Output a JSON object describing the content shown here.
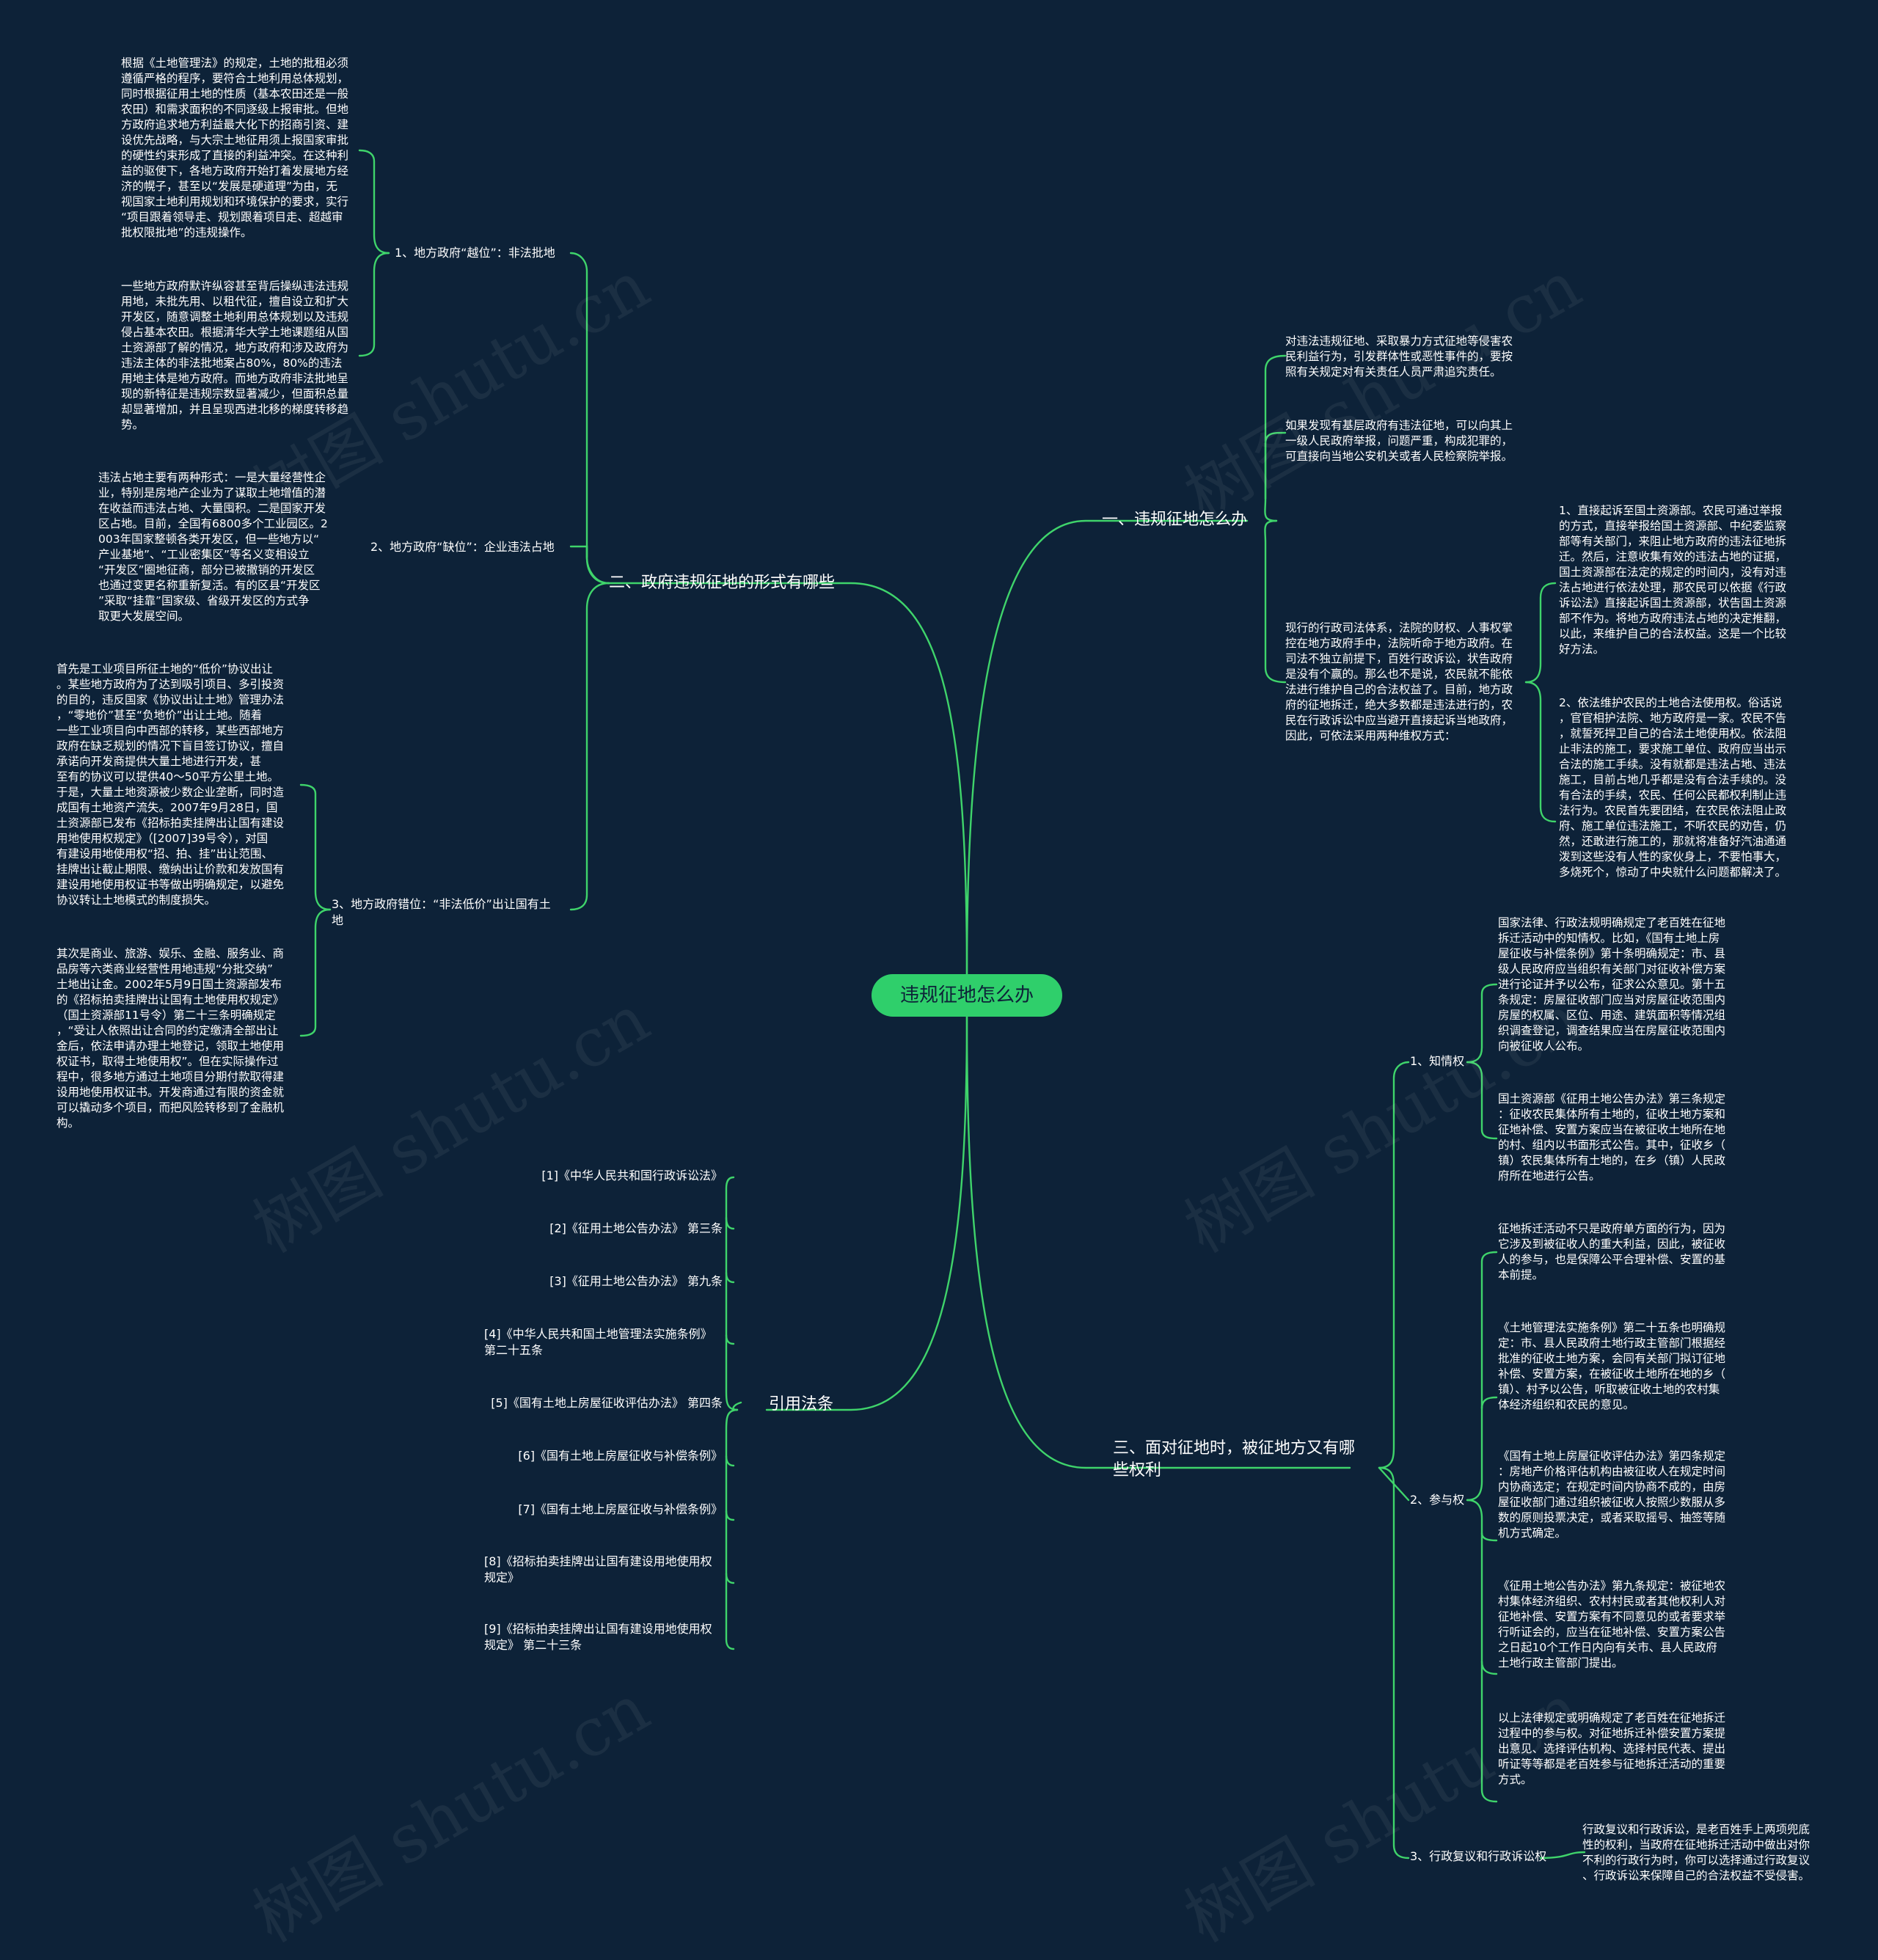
{
  "root": "违规征地怎么办",
  "watermark": "树图 shutu.cn",
  "colors": {
    "background": "#0d2238",
    "line": "#3fd46b",
    "root_fill": "#2fcf6b",
    "text": "#ffffff"
  },
  "b1": {
    "title": "一、违规征地怎么办",
    "t1": "对违法违规征地、采取暴力方式征地等侵害农\n民利益行为，引发群体性或恶性事件的，要按\n照有关规定对有关责任人员严肃追究责任。",
    "t2": "如果发现有基层政府有违法征地，可以向其上\n一级人民政府举报，问题严重，构成犯罪的，\n可直接向当地公安机关或者人民检察院举报。",
    "t3": "现行的行政司法体系，法院的财权、人事权掌\n控在地方政府手中，法院听命于地方政府。在\n司法不独立前提下，百姓行政诉讼，状告政府\n是没有个赢的。那么也不是说，农民就不能依\n法进行维护自己的合法权益了。目前，地方政\n府的征地拆迁，绝大多数都是违法进行的，农\n民在行政诉讼中应当避开直接起诉当地政府，\n因此，可依法采用两种维权方式：",
    "t3a": "1、直接起诉至国土资源部。农民可通过举报\n的方式，直接举报给国土资源部、中纪委监察\n部等有关部门，来阻止地方政府的违法征地拆\n迁。然后，注意收集有效的违法占地的证据，\n国土资源部在法定的规定的时间内，没有对违\n法占地进行依法处理，那农民可以依据《行政\n诉讼法》直接起诉国土资源部，状告国土资源\n部不作为。将地方政府违法占地的决定推翻，\n以此，来维护自己的合法权益。这是一个比较\n好方法。",
    "t3b": "2、依法维护农民的土地合法使用权。俗话说\n，官官相护法院、地方政府是一家。农民不告\n，就誓死捍卫自己的合法土地使用权。依法阻\n止非法的施工，要求施工单位、政府应当出示\n合法的施工手续。没有就都是违法占地、违法\n施工，目前占地几乎都是没有合法手续的。没\n有合法的手续，农民、任何公民都权利制止违\n法行为。农民首先要团结，在农民依法阻止政\n府、施工单位违法施工，不听农民的劝告，仍\n然，还敢进行施工的，那就将准备好汽油通通\n泼到这些没有人性的家伙身上，不要怕事大，\n多烧死个，惊动了中央就什么问题都解决了。"
  },
  "b2": {
    "title": "二、政府违规征地的形式有哪些",
    "s1": {
      "label": "1、地方政府“越位”：非法批地",
      "t1": "根据《土地管理法》的规定，土地的批租必须\n遵循严格的程序，要符合土地利用总体规划，\n同时根据征用土地的性质（基本农田还是一般\n农田）和需求面积的不同逐级上报审批。但地\n方政府追求地方利益最大化下的招商引资、建\n设优先战略，与大宗土地征用须上报国家审批\n的硬性约束形成了直接的利益冲突。在这种利\n益的驱使下，各地方政府开始打着发展地方经\n济的幌子，甚至以“发展是硬道理”为由，无\n视国家土地利用规划和环境保护的要求，实行\n“项目跟着领导走、规划跟着项目走、超越审\n批权限批地”的违规操作。",
      "t2": "一些地方政府默许纵容甚至背后操纵违法违规\n用地，未批先用、以租代征，擅自设立和扩大\n开发区，随意调整土地利用总体规划以及违规\n侵占基本农田。根据清华大学土地课题组从国\n土资源部了解的情况，地方政府和涉及政府为\n违法主体的非法批地案占80%，80%的违法\n用地主体是地方政府。而地方政府非法批地呈\n现的新特征是违规宗数显著减少，但面积总量\n却显著增加，并且呈现西进北移的梯度转移趋\n势。"
    },
    "s2": {
      "label": "2、地方政府“缺位”：企业违法占地",
      "t1": "违法占地主要有两种形式：一是大量经营性企\n业，特别是房地产企业为了谋取土地增值的潜\n在收益而违法占地、大量囤积。二是国家开发\n区占地。目前，全国有6800多个工业园区。2\n003年国家整顿各类开发区，但一些地方以“\n产业基地”、“工业密集区”等名义变相设立\n“开发区”圈地征商，部分已被撤销的开发区\n也通过变更名称重新复活。有的区县“开发区\n”采取“挂靠”国家级、省级开发区的方式争\n取更大发展空间。"
    },
    "s3": {
      "label": "3、地方政府错位：“非法低价”出让国有土\n地",
      "t1": "首先是工业项目所征土地的“低价”协议出让\n。某些地方政府为了达到吸引项目、多引投资\n的目的，违反国家《协议出让土地》管理办法\n，“零地价”甚至“负地价”出让土地。随着\n一些工业项目向中西部的转移，某些西部地方\n政府在缺乏规划的情况下盲目签订协议，擅自\n承诺向开发商提供大量土地进行开发，甚\n至有的协议可以提供40～50平方公里土地。\n于是，大量土地资源被少数企业垄断，同时造\n成国有土地资产流失。2007年9月28日，国\n土资源部已发布《招标拍卖挂牌出让国有建设\n用地使用权规定》（[2007]39号令），对国\n有建设用地使用权“招、拍、挂”出让范围、\n挂牌出让截止期限、缴纳出让价款和发放国有\n建设用地使用权证书等做出明确规定，以避免\n协议转让土地模式的制度损失。",
      "t2": "其次是商业、旅游、娱乐、金融、服务业、商\n品房等六类商业经营性用地违规“分批交纳”\n土地出让金。2002年5月9日国土资源部发布\n的《招标拍卖挂牌出让国有土地使用权规定》\n（国土资源部11号令）第二十三条明确规定\n，“受让人依照出让合同的约定缴清全部出让\n金后，依法申请办理土地登记，领取土地使用\n权证书，取得土地使用权”。但在实际操作过\n程中，很多地方通过土地项目分期付款取得建\n设用地使用权证书。开发商通过有限的资金就\n可以撬动多个项目，而把风险转移到了金融机\n构。"
    }
  },
  "b3": {
    "title": "三、面对征地时，被征地方又有哪\n些权利",
    "s1": {
      "label": "1、知情权",
      "t1": "国家法律、行政法规明确规定了老百姓在征地\n拆迁活动中的知情权。比如，《国有土地上房\n屋征收与补偿条例》第十条明确规定：市、县\n级人民政府应当组织有关部门对征收补偿方案\n进行论证并予以公布，征求公众意见。第十五\n条规定：房屋征收部门应当对房屋征收范围内\n房屋的权属、区位、用途、建筑面积等情况组\n织调查登记，调查结果应当在房屋征收范围内\n向被征收人公布。",
      "t2": "国土资源部《征用土地公告办法》第三条规定\n：征收农民集体所有土地的，征收土地方案和\n征地补偿、安置方案应当在被征收土地所在地\n的村、组内以书面形式公告。其中，征收乡（\n镇）农民集体所有土地的，在乡（镇）人民政\n府所在地进行公告。"
    },
    "s2": {
      "label": "2、参与权",
      "t1": "征地拆迁活动不只是政府单方面的行为，因为\n它涉及到被征收人的重大利益，因此，被征收\n人的参与，也是保障公平合理补偿、安置的基\n本前提。",
      "t2": "《土地管理法实施条例》第二十五条也明确规\n定：市、县人民政府土地行政主管部门根据经\n批准的征收土地方案，会同有关部门拟订征地\n补偿、安置方案，在被征收土地所在地的乡（\n镇）、村予以公告，听取被征收土地的农村集\n体经济组织和农民的意见。",
      "t3": "《国有土地上房屋征收评估办法》第四条规定\n：房地产价格评估机构由被征收人在规定时间\n内协商选定；在规定时间内协商不成的，由房\n屋征收部门通过组织被征收人按照少数服从多\n数的原则投票决定，或者采取摇号、抽签等随\n机方式确定。",
      "t4": "《征用土地公告办法》第九条规定：被征地农\n村集体经济组织、农村村民或者其他权利人对\n征地补偿、安置方案有不同意见的或者要求举\n行听证会的，应当在征地补偿、安置方案公告\n之日起10个工作日内向有关市、县人民政府\n土地行政主管部门提出。",
      "t5": "以上法律规定或明确规定了老百姓在征地拆迁\n过程中的参与权。对征地拆迁补偿安置方案提\n出意见、选择评估机构、选择村民代表、提出\n听证等等都是老百姓参与征地拆迁活动的重要\n方式。"
    },
    "s3": {
      "label": "3、行政复议和行政诉讼权",
      "t1": "行政复议和行政诉讼，是老百姓手上两项兜底\n性的权利，当政府在征地拆迁活动中做出对你\n不利的行政行为时，你可以选择通过行政复议\n、行政诉讼来保障自己的合法权益不受侵害。"
    }
  },
  "b4": {
    "title": "引用法条",
    "refs": [
      "[1]《中华人民共和国行政诉讼法》",
      "[2]《征用土地公告办法》 第三条",
      "[3]《征用土地公告办法》 第九条",
      "[4]《中华人民共和国土地管理法实施条例》\n第二十五条",
      "[5]《国有土地上房屋征收评估办法》 第四条",
      "[6]《国有土地上房屋征收与补偿条例》",
      "[7]《国有土地上房屋征收与补偿条例》",
      "[8]《招标拍卖挂牌出让国有建设用地使用权\n规定》",
      "[9]《招标拍卖挂牌出让国有建设用地使用权\n规定》 第二十三条"
    ]
  }
}
